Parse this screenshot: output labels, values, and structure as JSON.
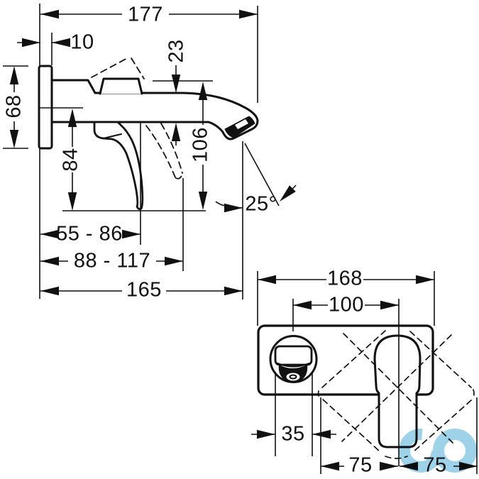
{
  "title": "Wall-mounted single-lever basin mixer - dimensional drawing",
  "colors": {
    "line": "#111111",
    "background": "#ffffff",
    "watermark_blue": "#9ed2e8"
  },
  "views": {
    "side_view": "side elevation with spout and lever",
    "front_view": "front elevation of wall plate with spout and lever"
  },
  "labels": {
    "dim_plate_width_side": "177",
    "dim_plate_thickness": "10",
    "dim_plate_height": "68",
    "dim_lever_drop": "84",
    "dim_spout_body": "23",
    "dim_outlet_height": "106",
    "dim_spray_angle": "25°",
    "dim_reach_range_1": "55 - 86",
    "dim_reach_range_2": "88 - 117",
    "dim_spout_reach": "165",
    "dim_plate_width_front": "168",
    "dim_hole_spacing": "100",
    "dim_spout_width": "35",
    "dim_swing_left": "75",
    "dim_swing_right": "75"
  }
}
